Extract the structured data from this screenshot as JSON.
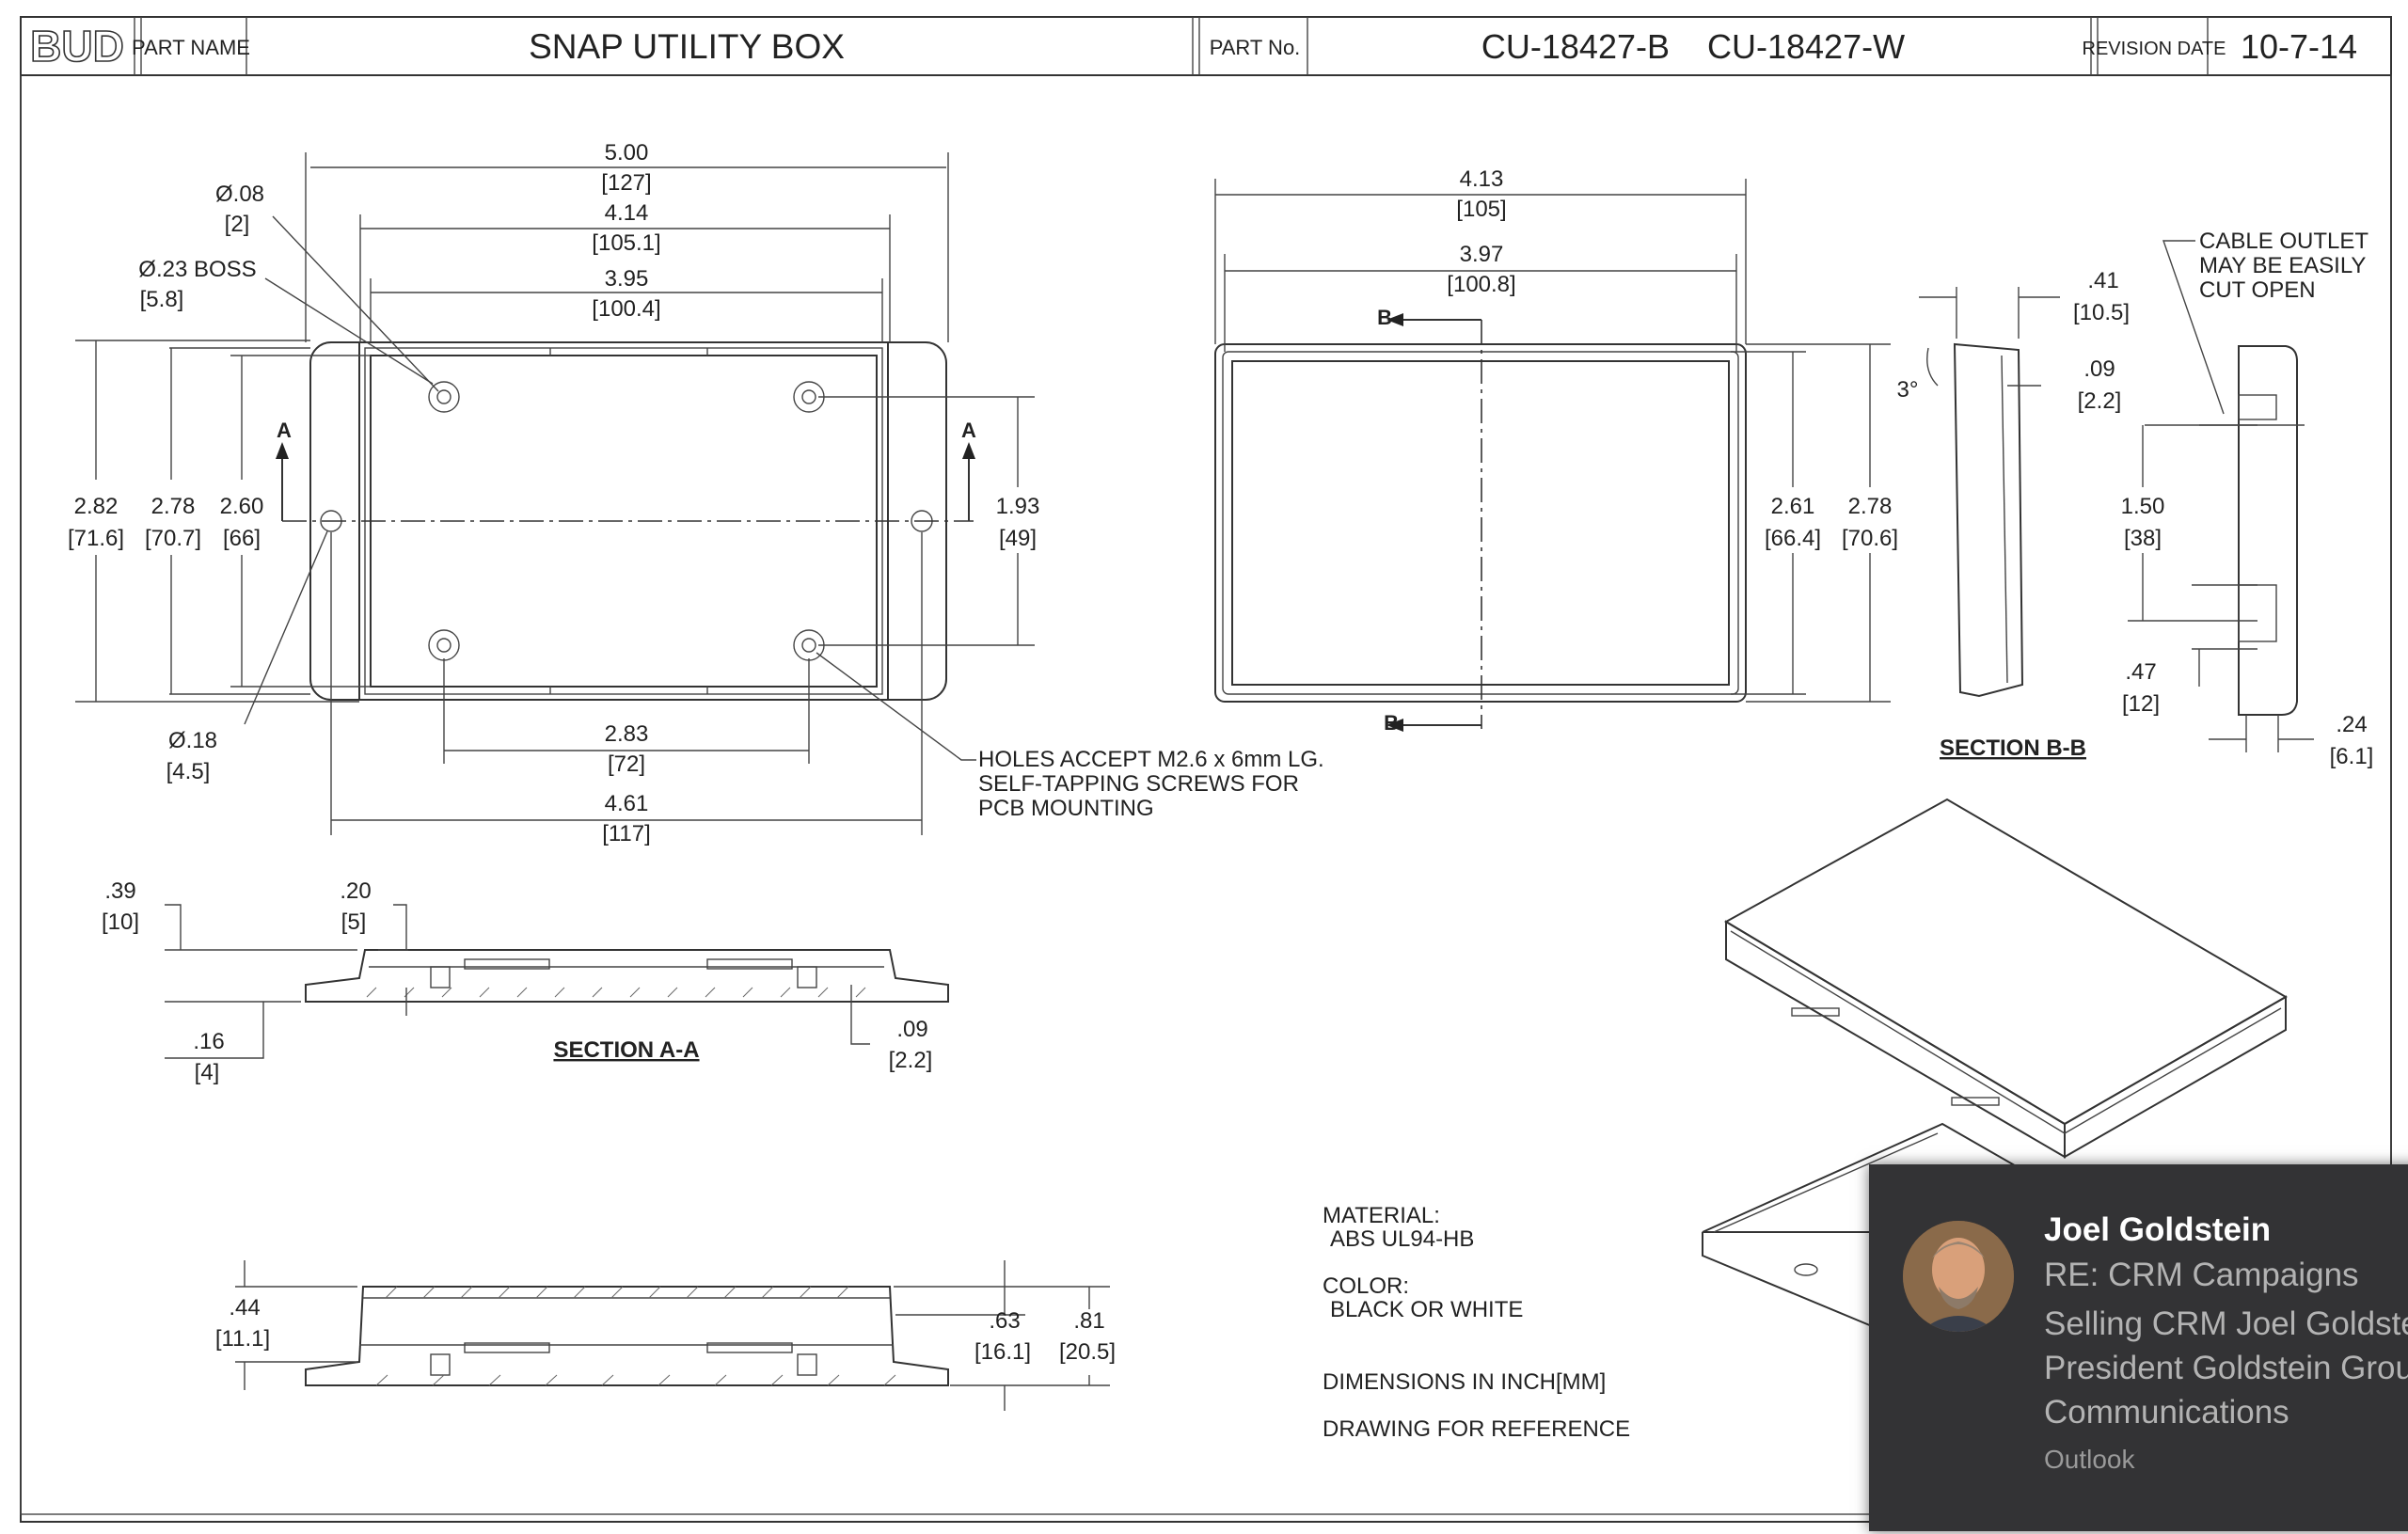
{
  "title_block": {
    "logo": "BUD",
    "part_name_label": "PART NAME",
    "part_name": "SNAP UTILITY BOX",
    "part_no_label": "PART No.",
    "part_numbers": "CU-18427-B    CU-18427-W",
    "revision_label": "REVISION DATE",
    "revision_date": "10-7-14"
  },
  "top_view": {
    "width_total": [
      "5.00",
      "[127]"
    ],
    "width_inner": [
      "4.14",
      "[105.1]"
    ],
    "width_floor": [
      "3.95",
      "[100.4]"
    ],
    "hole_dia": [
      "Ø.08",
      "[2]"
    ],
    "boss_dia": [
      "Ø.23 BOSS",
      "[5.8]"
    ],
    "height_total": [
      "2.82",
      "[71.6]"
    ],
    "height_inner": [
      "2.78",
      "[70.7]"
    ],
    "height_floor": [
      "2.60",
      "[66]"
    ],
    "boss_spacing_v": [
      "1.93",
      "[49]"
    ],
    "mount_hole": [
      "Ø.18",
      "[4.5]"
    ],
    "boss_spacing_h": [
      "2.83",
      "[72]"
    ],
    "mount_spacing": [
      "4.61",
      "[117]"
    ],
    "section_marker": "A",
    "hole_note": [
      "HOLES ACCEPT M2.6 x 6mm LG.",
      "SELF-TAPPING SCREWS FOR",
      "PCB MOUNTING"
    ]
  },
  "lid_view": {
    "width_total": [
      "4.13",
      "[105]"
    ],
    "width_inner": [
      "3.97",
      "[100.8]"
    ],
    "height_inner": [
      "2.61",
      "[66.4]"
    ],
    "height_total": [
      "2.78",
      "[70.6]"
    ],
    "section_marker": "B"
  },
  "section_b": {
    "title": "SECTION B-B",
    "draft_angle": "3°",
    "lid_depth": [
      ".41",
      "[10.5]"
    ],
    "wall": [
      ".09",
      "[2.2]"
    ],
    "outlet_height": [
      "1.50",
      "[38]"
    ],
    "outlet_offset": [
      ".47",
      "[12]"
    ],
    "lip": [
      ".24",
      "[6.1]"
    ],
    "cable_note": [
      "CABLE OUTLET",
      "MAY BE EASILY",
      "CUT OPEN"
    ]
  },
  "section_a": {
    "title": "SECTION A-A",
    "base_height": [
      ".39",
      "[10]"
    ],
    "flange": [
      ".20",
      "[5]"
    ],
    "floor": [
      ".16",
      "[4]"
    ],
    "wall": [
      ".09",
      "[2.2]"
    ]
  },
  "side_view": {
    "lid_height": [
      ".44",
      "[11.1]"
    ],
    "body_height": [
      ".63",
      "[16.1]"
    ],
    "total_height": [
      ".81",
      "[20.5]"
    ]
  },
  "notes": {
    "material_label": "MATERIAL:",
    "material": "ABS UL94-HB",
    "color_label": "COLOR:",
    "color": "BLACK OR WHITE",
    "units": "DIMENSIONS IN INCH[MM]",
    "reference": "DRAWING FOR REFERENCE"
  },
  "notification": {
    "sender": "Joel Goldstein",
    "subject": "RE: CRM Campaigns",
    "body": "Selling CRM  Joel Goldstein President  Goldstein Group Communications",
    "app": "Outlook",
    "background": "#333335"
  }
}
